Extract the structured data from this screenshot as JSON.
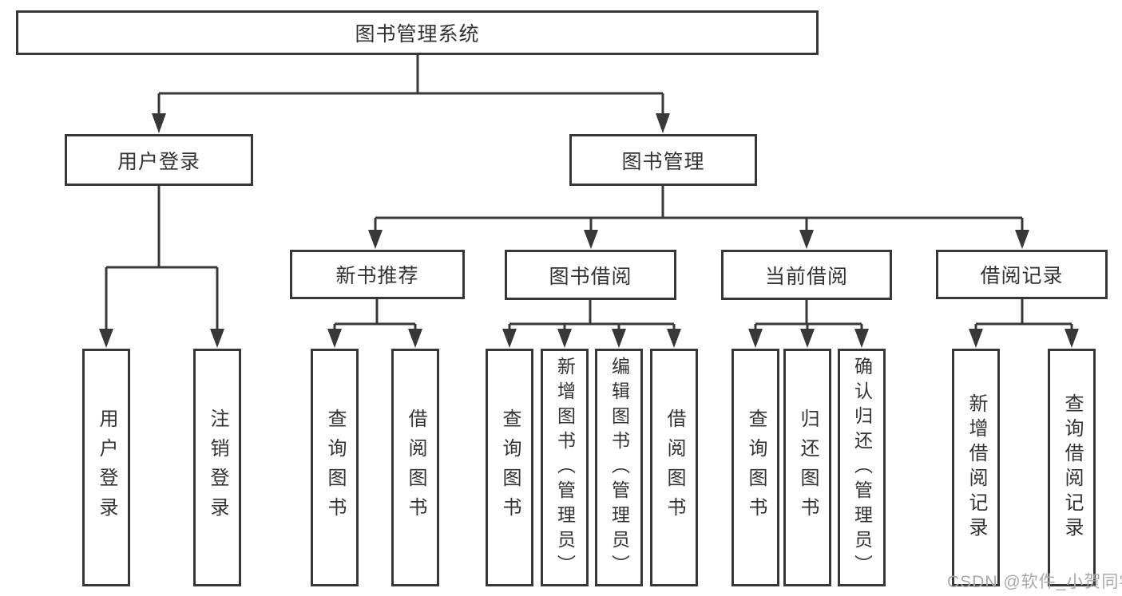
{
  "tree": {
    "root": {
      "label": "图书管理系统"
    },
    "branches": [
      {
        "label": "用户登录",
        "children": [
          {
            "label": "用户登录"
          },
          {
            "label": "注销登录"
          }
        ]
      },
      {
        "label": "图书管理",
        "children": [
          {
            "label": "新书推荐",
            "children": [
              {
                "label": "查询图书"
              },
              {
                "label": "借阅图书"
              }
            ]
          },
          {
            "label": "图书借阅",
            "children": [
              {
                "label": "查询图书"
              },
              {
                "label": "新增图书（管理员）"
              },
              {
                "label": "编辑图书（管理员）"
              },
              {
                "label": "借阅图书"
              }
            ]
          },
          {
            "label": "当前借阅",
            "children": [
              {
                "label": "查询图书"
              },
              {
                "label": "归还图书"
              },
              {
                "label": "确认归还（管理员）"
              }
            ]
          },
          {
            "label": "借阅记录",
            "children": [
              {
                "label": "新增借阅记录"
              },
              {
                "label": "查询借阅记录"
              }
            ]
          }
        ]
      }
    ]
  },
  "watermark": {
    "text": "CSDN @软件_小贺同学"
  },
  "colors": {
    "line": "#383838",
    "border": "#373737",
    "text": "#333333",
    "background": "#ffffff",
    "watermark": "#a9a9a9"
  }
}
